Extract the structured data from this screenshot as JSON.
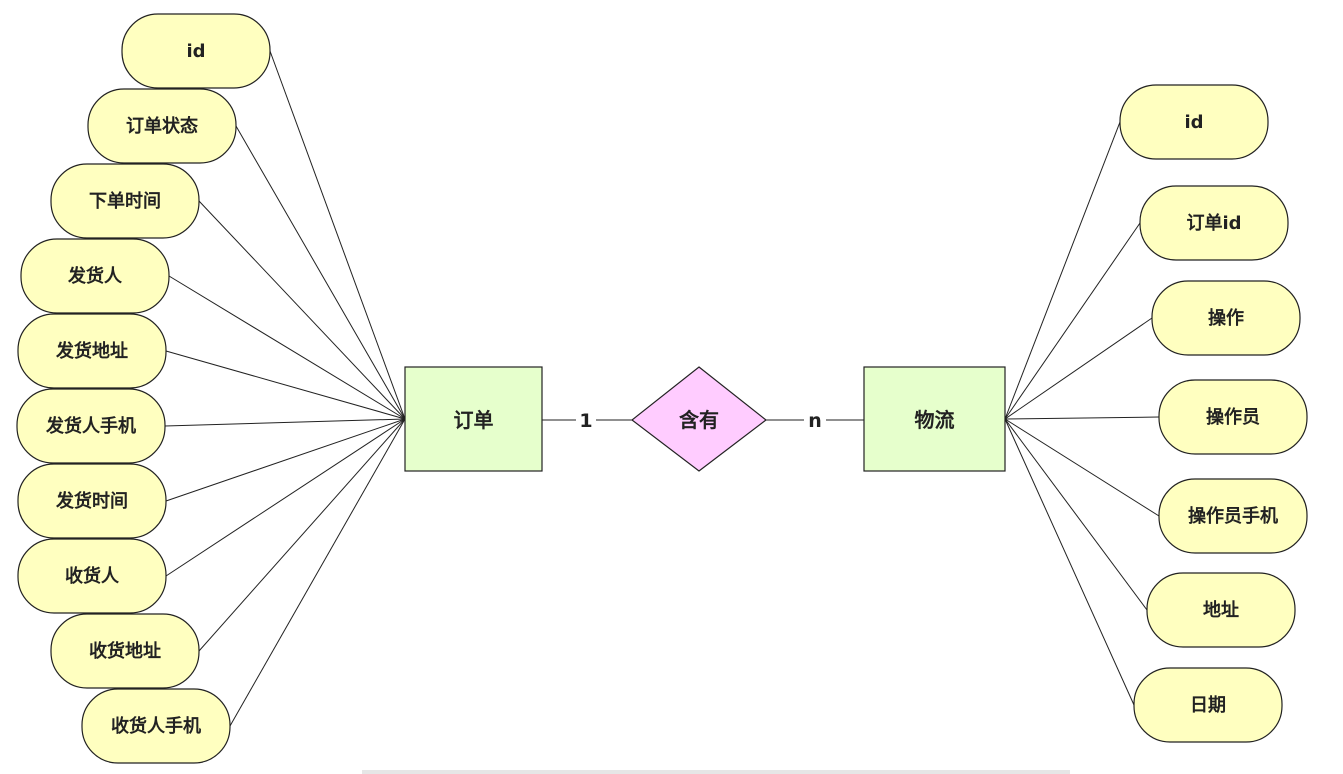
{
  "entities": {
    "order": {
      "label": "订单"
    },
    "logistics": {
      "label": "物流"
    }
  },
  "relationship": {
    "label": "含有",
    "card_left": "1",
    "card_right": "n"
  },
  "order_attributes": [
    "id",
    "订单状态",
    "下单时间",
    "发货人",
    "发货地址",
    "发货人手机",
    "发货时间",
    "收货人",
    "收货地址",
    "收货人手机"
  ],
  "logistics_attributes": [
    "id",
    "订单id",
    "操作",
    "操作员",
    "操作员手机",
    "地址",
    "日期"
  ],
  "colors": {
    "attribute_fill": "#ffffc0",
    "entity_fill": "#e6ffcc",
    "relationship_fill": "#ffccff",
    "stroke": "#222222"
  }
}
